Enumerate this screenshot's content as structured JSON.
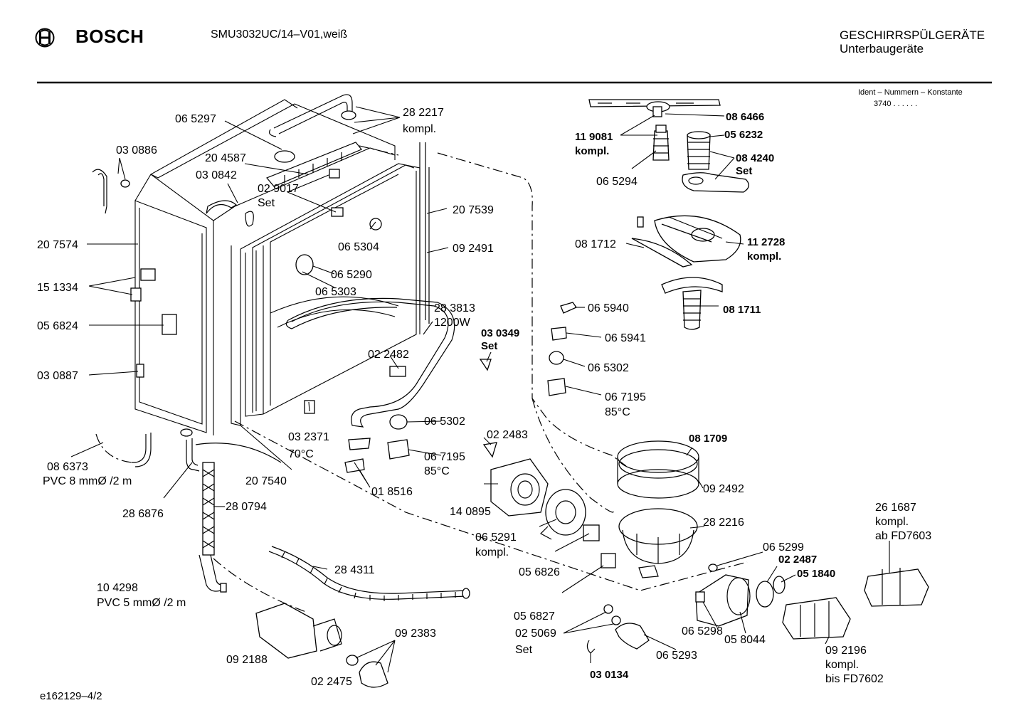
{
  "header": {
    "brand": "BOSCH",
    "model": "SMU3032UC/14–V01,weiß",
    "category_line1": "GESCHIRRSPÜLGERÄTE",
    "category_line2": "Unterbaugeräte",
    "ident_label": "Ident – Nummern – Konstante",
    "ident_value": "3740 . . . . . ."
  },
  "footer": {
    "drawing_id": "e162129–4/2"
  },
  "labels": {
    "l_065297": "06 5297",
    "l_282217": "28 2217",
    "l_282217b": "kompl.",
    "l_030886": "03 0886",
    "l_204587": "20 4587",
    "l_030842": "03 0842",
    "l_029017": "02 9017",
    "l_029017b": "Set",
    "l_207539": "20 7539",
    "l_207574": "20 7574",
    "l_065304": "06 5304",
    "l_092491": "09 2491",
    "l_065290": "06 5290",
    "l_151334": "15 1334",
    "l_065303": "06 5303",
    "l_283813": "28 3813",
    "l_283813b": "1200W",
    "l_056824": "05 6824",
    "l_030349": "03 0349",
    "l_030349b": "Set",
    "l_022482": "02 2482",
    "l_030887": "03 0887",
    "l_065302a": "06 5302",
    "l_032371": "03 2371",
    "l_032371b": "70°C",
    "l_022483": "02 2483",
    "l_067195a": "06 7195",
    "l_067195ab": "85°C",
    "l_086373": "08 6373",
    "l_086373b": "PVC 8 mmØ /2 m",
    "l_207540": "20 7540",
    "l_018516": "01 8516",
    "l_286876": "28 6876",
    "l_280794": "28 0794",
    "l_140895": "14 0895",
    "l_065291": "06 5291",
    "l_065291b": "kompl.",
    "l_284311": "28 4311",
    "l_104298": "10 4298",
    "l_104298b": "PVC 5 mmØ /2 m",
    "l_056826": "05 6826",
    "l_056827": "05 6827",
    "l_025069": "02 5069",
    "l_025069b": "Set",
    "l_092383": "09 2383",
    "l_092188": "09 2188",
    "l_022475": "02 2475",
    "l_030134": "03 0134",
    "l_065293": "06 5293",
    "l_065298": "06 5298",
    "l_058044": "05 8044",
    "l_065299": "06 5299",
    "l_022487": "02 2487",
    "l_051840": "05 1840",
    "l_282216": "28 2216",
    "l_092492": "09 2492",
    "l_081709": "08 1709",
    "l_086466": "08 6466",
    "l_119081": "11 9081",
    "l_119081b": "kompl.",
    "l_056232": "05 6232",
    "l_084240": "08 4240",
    "l_084240b": "Set",
    "l_065294": "06 5294",
    "l_081712": "08 1712",
    "l_112728": "11 2728",
    "l_112728b": "kompl.",
    "l_081711": "08 1711",
    "l_065940": "06 5940",
    "l_065941": "06  5941",
    "l_065302b": "06 5302",
    "l_067195b": "06 7195",
    "l_067195bb": "85°C",
    "l_261687": "26 1687",
    "l_261687b": "kompl.",
    "l_261687c": "ab FD7603",
    "l_092196": "09 2196",
    "l_092196b": "kompl.",
    "l_092196c": "bis FD7602"
  }
}
